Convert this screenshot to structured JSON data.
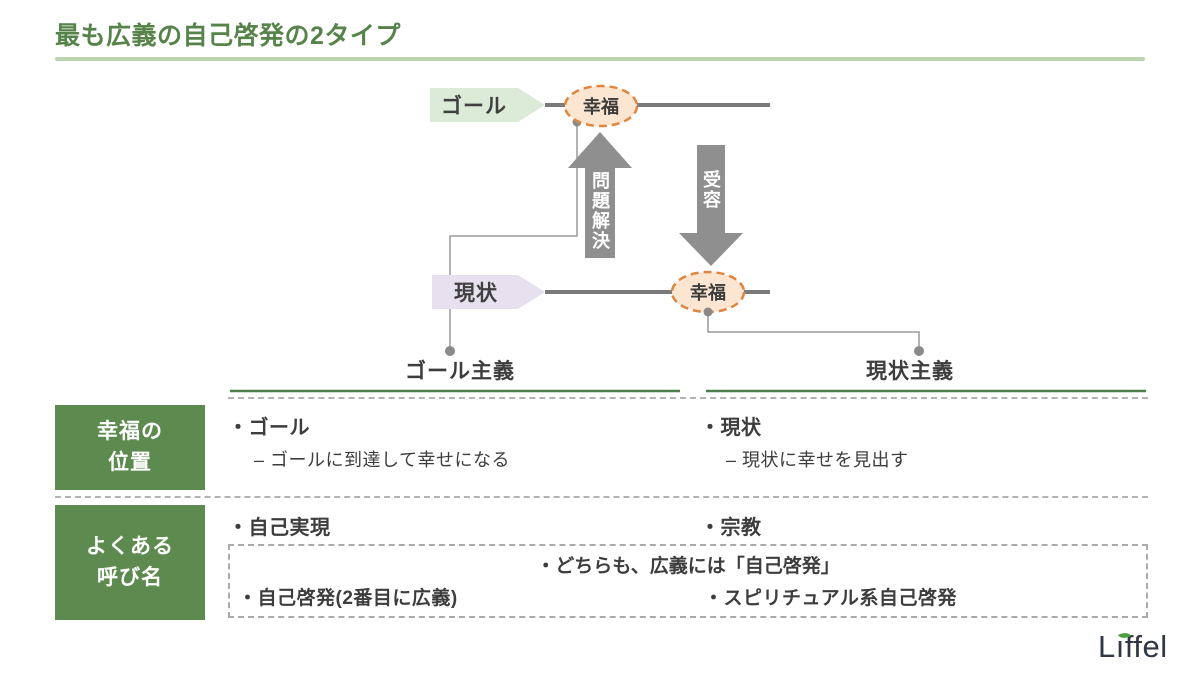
{
  "slide": {
    "title": "最も広義の自己啓発の2タイプ"
  },
  "diagram": {
    "goal_pentagon": "ゴール",
    "current_pentagon": "現状",
    "happiness_goal": "幸福",
    "happiness_current": "幸福",
    "up_arrow": "問題解決",
    "down_arrow": "受容",
    "goalism_header": "ゴール主義",
    "presentism_header": "現状主義"
  },
  "table": {
    "row1": {
      "header_line1": "幸福の",
      "header_line2": "位置",
      "left_item": "・ゴール",
      "left_detail": "– ゴールに到達して幸せになる",
      "right_item": "・現状",
      "right_detail": "– 現状に幸せを見出す"
    },
    "row2": {
      "header_line1": "よくある",
      "header_line2": "呼び名",
      "left_item": "・自己実現",
      "right_item": "・宗教",
      "shared_note": "・どちらも、広義には「自己啓発」",
      "left_sub_item": "・自己啓発(2番目に広義)",
      "right_sub_item": "・スピリチュアル系自己啓発"
    }
  },
  "logo": {
    "part_l": "L",
    "part_i": "ı",
    "part_rest": "ffel"
  },
  "colors": {
    "title_green": "#56834a",
    "header_box_green": "#5d8a4e",
    "underline_light_green": "#bad4ae",
    "divider_green": "#4e7f4a",
    "arrow_gray": "#8f8f8f",
    "line_gray": "#7a7a7a",
    "ellipse_fill": "#fce6d1",
    "ellipse_border": "#e0843e",
    "goal_pentagon_fill": "#dcead8",
    "current_pentagon_fill": "#e6e0ef",
    "logo_text": "#2f3744",
    "logo_leaf": "#4d9e3c"
  }
}
